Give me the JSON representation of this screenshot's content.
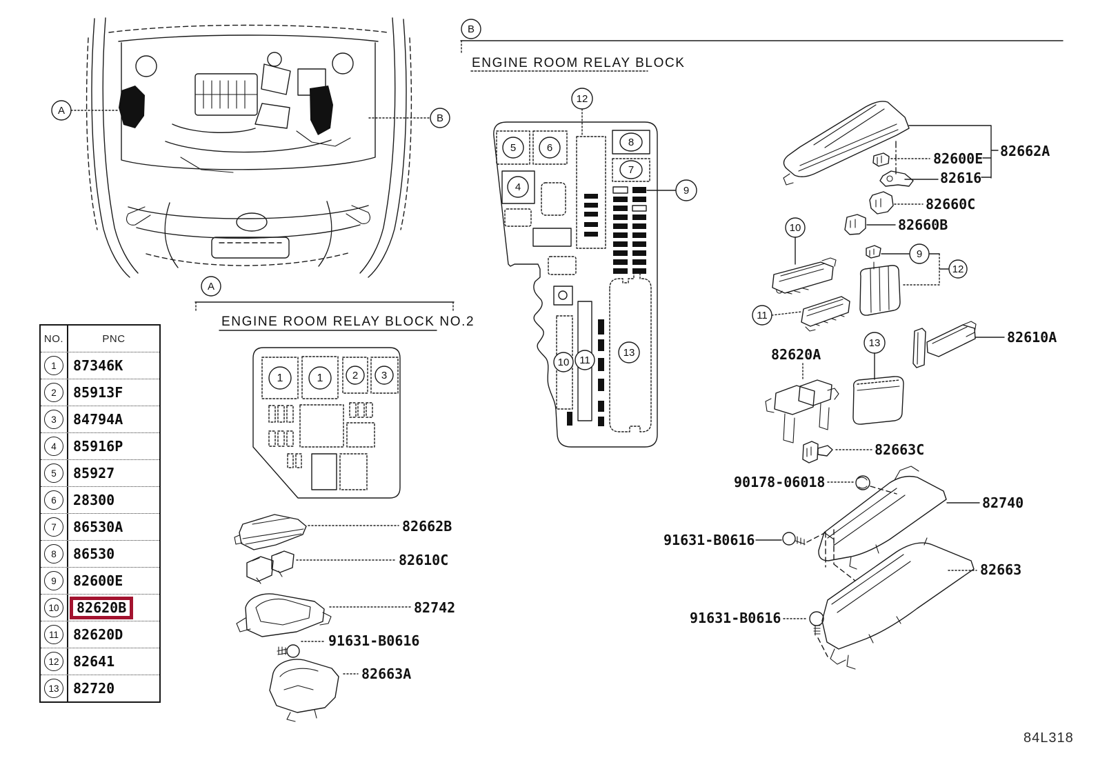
{
  "figure": {
    "code": "84L318",
    "highlight_color": "#a3132f"
  },
  "callouts": {
    "a": "A",
    "b": "B",
    "n1": "1",
    "n2": "2",
    "n3": "3",
    "n4": "4",
    "n5": "5",
    "n6": "6",
    "n7": "7",
    "n8": "8",
    "n9": "9",
    "n10": "10",
    "n11": "11",
    "n12": "12",
    "n13": "13"
  },
  "section_a": {
    "callout": "A",
    "title": "ENGINE ROOM RELAY BLOCK NO.2"
  },
  "section_b": {
    "callout": "B",
    "title": "ENGINE ROOM RELAY BLOCK"
  },
  "parts_table": {
    "col_no": "NO.",
    "col_pnc": "PNC",
    "rows": [
      {
        "no": "1",
        "pnc": "87346K"
      },
      {
        "no": "2",
        "pnc": "85913F"
      },
      {
        "no": "3",
        "pnc": "84794A"
      },
      {
        "no": "4",
        "pnc": "85916P"
      },
      {
        "no": "5",
        "pnc": "85927"
      },
      {
        "no": "6",
        "pnc": "28300"
      },
      {
        "no": "7",
        "pnc": "86530A"
      },
      {
        "no": "8",
        "pnc": "86530"
      },
      {
        "no": "9",
        "pnc": "82600E"
      },
      {
        "no": "10",
        "pnc": "82620B",
        "highlighted": true
      },
      {
        "no": "11",
        "pnc": "82620D"
      },
      {
        "no": "12",
        "pnc": "82641"
      },
      {
        "no": "13",
        "pnc": "82720"
      }
    ]
  },
  "left_parts": {
    "cover": "82662B",
    "relay": "82610C",
    "upper_case": "82742",
    "bolt": "91631-B0616",
    "lower_case": "82663A"
  },
  "right_parts": {
    "cover_assy": "82662A",
    "clip": "82600E",
    "bracket": "82616",
    "holder_c": "82660C",
    "holder_b": "82660B",
    "connector_block": "82610A",
    "bracket_a": "82620A",
    "clip_c": "82663C",
    "nut": "90178-06018",
    "case_upper": "82740",
    "bolt_upper": "91631-B0616",
    "case_lower": "82663",
    "bolt_lower": "91631-B0616"
  }
}
